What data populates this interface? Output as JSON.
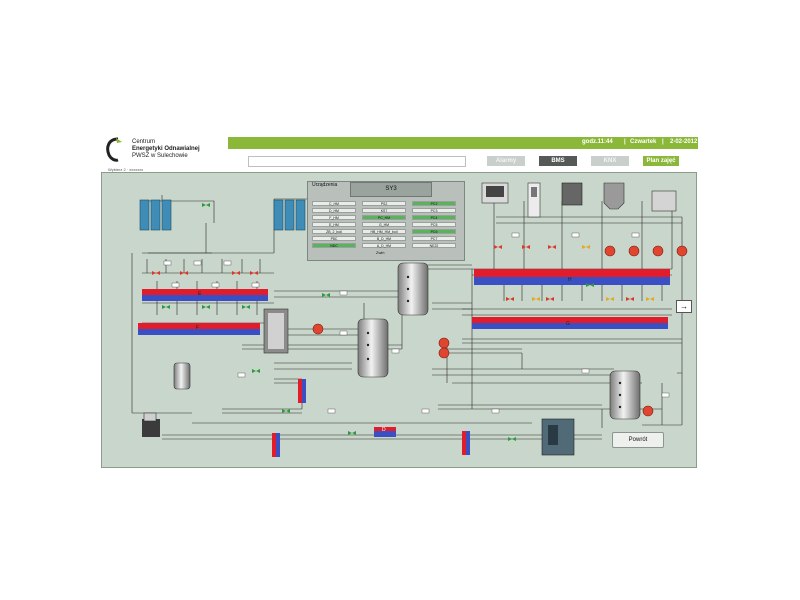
{
  "header": {
    "logo_lines": [
      "Centrum",
      "Energetyki Odnawialnej",
      "PWSZ w Sulechowie"
    ],
    "breadcrumb": "Wybierz  2  ·  xxxxxxx"
  },
  "status_bar": {
    "time": "godz.11:44",
    "day": "Czwartek",
    "date": "2-02-2012"
  },
  "nav": {
    "alarmy": "Alarmy",
    "bms": "BMS",
    "knx": "KNX",
    "plan": "Plan zajęć"
  },
  "panel": {
    "title": "Urządzenia",
    "header": "SY3",
    "col1": [
      "C_HM",
      "D_HM",
      "F_HM",
      "E_HM",
      "ZB_2_boil",
      "P8C",
      "NDC"
    ],
    "col2": [
      "PS2",
      "KS7",
      "PC_HM",
      "G_HM",
      "HB_HM_HM_boil",
      "B_D_HM",
      "A_D_HM"
    ],
    "col3": [
      "PC2",
      "PC3",
      "PC4",
      "PC5",
      "PC6",
      "PC7",
      "NE22"
    ],
    "close": "Zwiń"
  },
  "bars": {
    "E": "E",
    "F": "F",
    "G": "G",
    "H": "H",
    "D": "D"
  },
  "back_button": "Powrót",
  "arrow_button": "→",
  "colors": {
    "green": "#8cb83a",
    "bg": "#c9d6cb",
    "red": "#e21d2b",
    "blue": "#3b4fc4",
    "valve_red": "#d93b2a",
    "valve_green": "#2e9a3c"
  }
}
